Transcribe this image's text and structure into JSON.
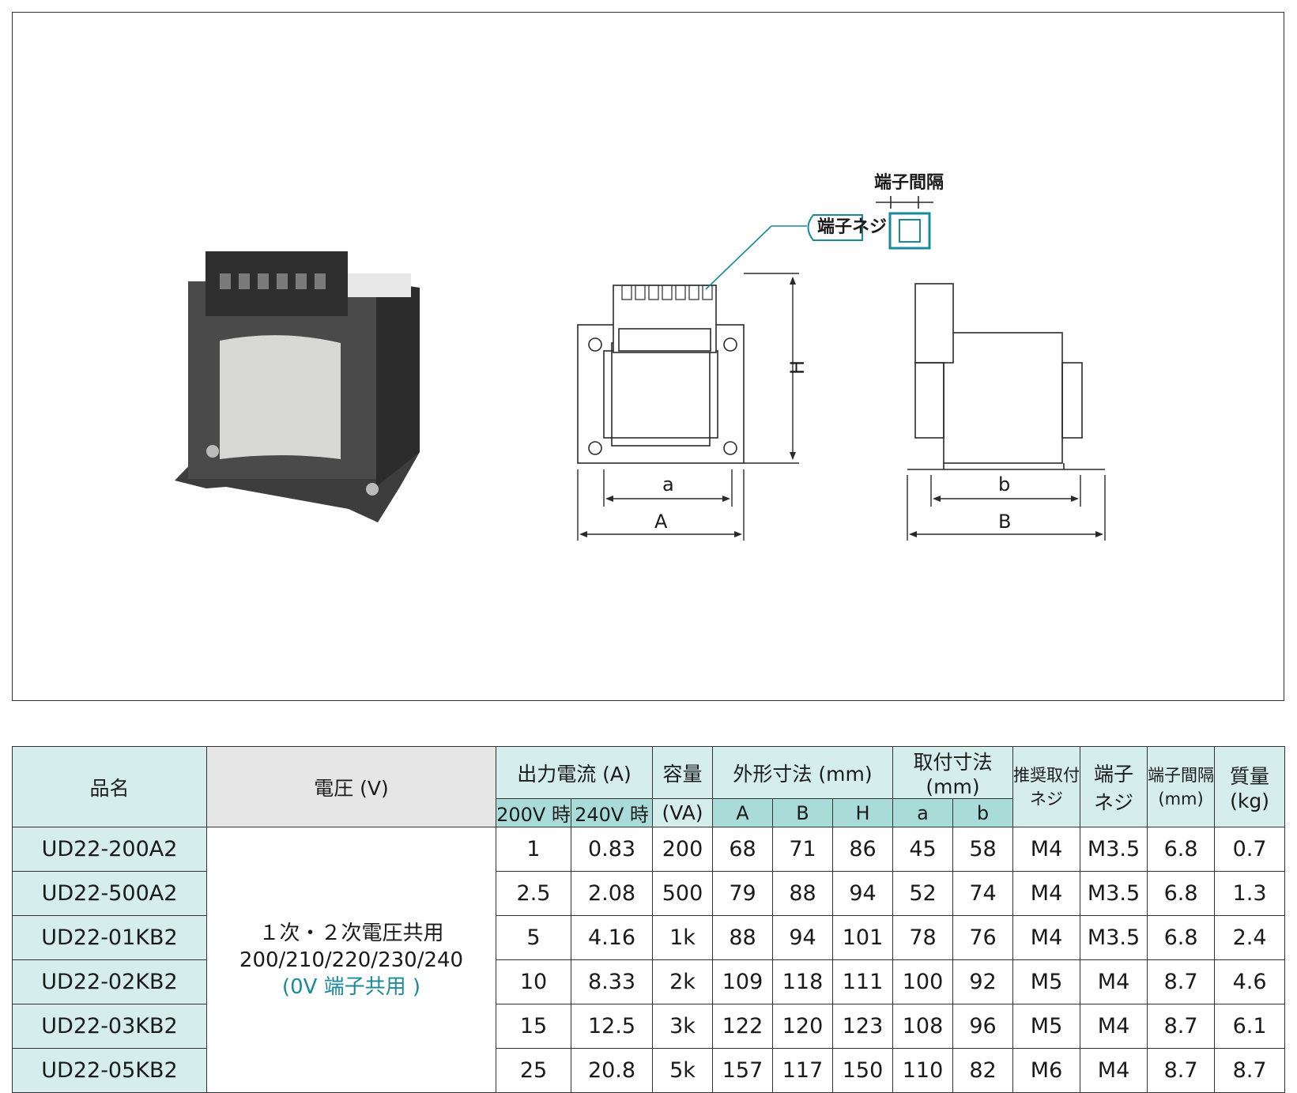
{
  "figure": {
    "terminal_pitch_label": "端子間隔",
    "terminal_screw_label": "端子ネジ",
    "dims": {
      "H": "H",
      "a": "a",
      "A": "A",
      "b": "b",
      "B": "B"
    }
  },
  "table": {
    "headers": {
      "name": "品名",
      "voltage": "電圧 (V)",
      "current": "出力電流 (A)",
      "current_200": "200V 時",
      "current_240": "240V 時",
      "capacity": "容量",
      "capacity_unit": "(VA)",
      "outer": "外形寸法 (mm)",
      "outer_A": "A",
      "outer_B": "B",
      "outer_H": "H",
      "mount": "取付寸法 (mm)",
      "mount_a": "a",
      "mount_b": "b",
      "rec_screw_1": "推奨取付",
      "rec_screw_2": "ネジ",
      "term_1": "端子",
      "term_2": "ネジ",
      "pitch_1": "端子間隔",
      "pitch_2": "(mm)",
      "mass_1": "質量",
      "mass_2": "(kg)"
    },
    "voltage_note": {
      "line1": "１次・２次電圧共用",
      "line2": "200/210/220/230/240",
      "line3": "(0V 端子共用 )"
    },
    "rows": [
      {
        "name": "UD22-200A2",
        "i200": "1",
        "i240": "0.83",
        "va": "200",
        "A": "68",
        "B": "71",
        "H": "86",
        "a": "45",
        "b": "58",
        "rec": "M4",
        "term": "M3.5",
        "pitch": "6.8",
        "mass": "0.7"
      },
      {
        "name": "UD22-500A2",
        "i200": "2.5",
        "i240": "2.08",
        "va": "500",
        "A": "79",
        "B": "88",
        "H": "94",
        "a": "52",
        "b": "74",
        "rec": "M4",
        "term": "M3.5",
        "pitch": "6.8",
        "mass": "1.3"
      },
      {
        "name": "UD22-01KB2",
        "i200": "5",
        "i240": "4.16",
        "va": "1k",
        "A": "88",
        "B": "94",
        "H": "101",
        "a": "78",
        "b": "76",
        "rec": "M4",
        "term": "M3.5",
        "pitch": "6.8",
        "mass": "2.4"
      },
      {
        "name": "UD22-02KB2",
        "i200": "10",
        "i240": "8.33",
        "va": "2k",
        "A": "109",
        "B": "118",
        "H": "111",
        "a": "100",
        "b": "92",
        "rec": "M5",
        "term": "M4",
        "pitch": "8.7",
        "mass": "4.6"
      },
      {
        "name": "UD22-03KB2",
        "i200": "15",
        "i240": "12.5",
        "va": "3k",
        "A": "122",
        "B": "120",
        "H": "123",
        "a": "108",
        "b": "96",
        "rec": "M5",
        "term": "M4",
        "pitch": "8.7",
        "mass": "6.1"
      },
      {
        "name": "UD22-05KB2",
        "i200": "25",
        "i240": "20.8",
        "va": "5k",
        "A": "157",
        "B": "117",
        "H": "150",
        "a": "110",
        "b": "82",
        "rec": "M6",
        "term": "M4",
        "pitch": "8.7",
        "mass": "8.7"
      }
    ]
  },
  "colors": {
    "header_light": "#d5eeec",
    "header_teal": "#a9dcd8",
    "accent_teal": "#1a8a9a"
  }
}
